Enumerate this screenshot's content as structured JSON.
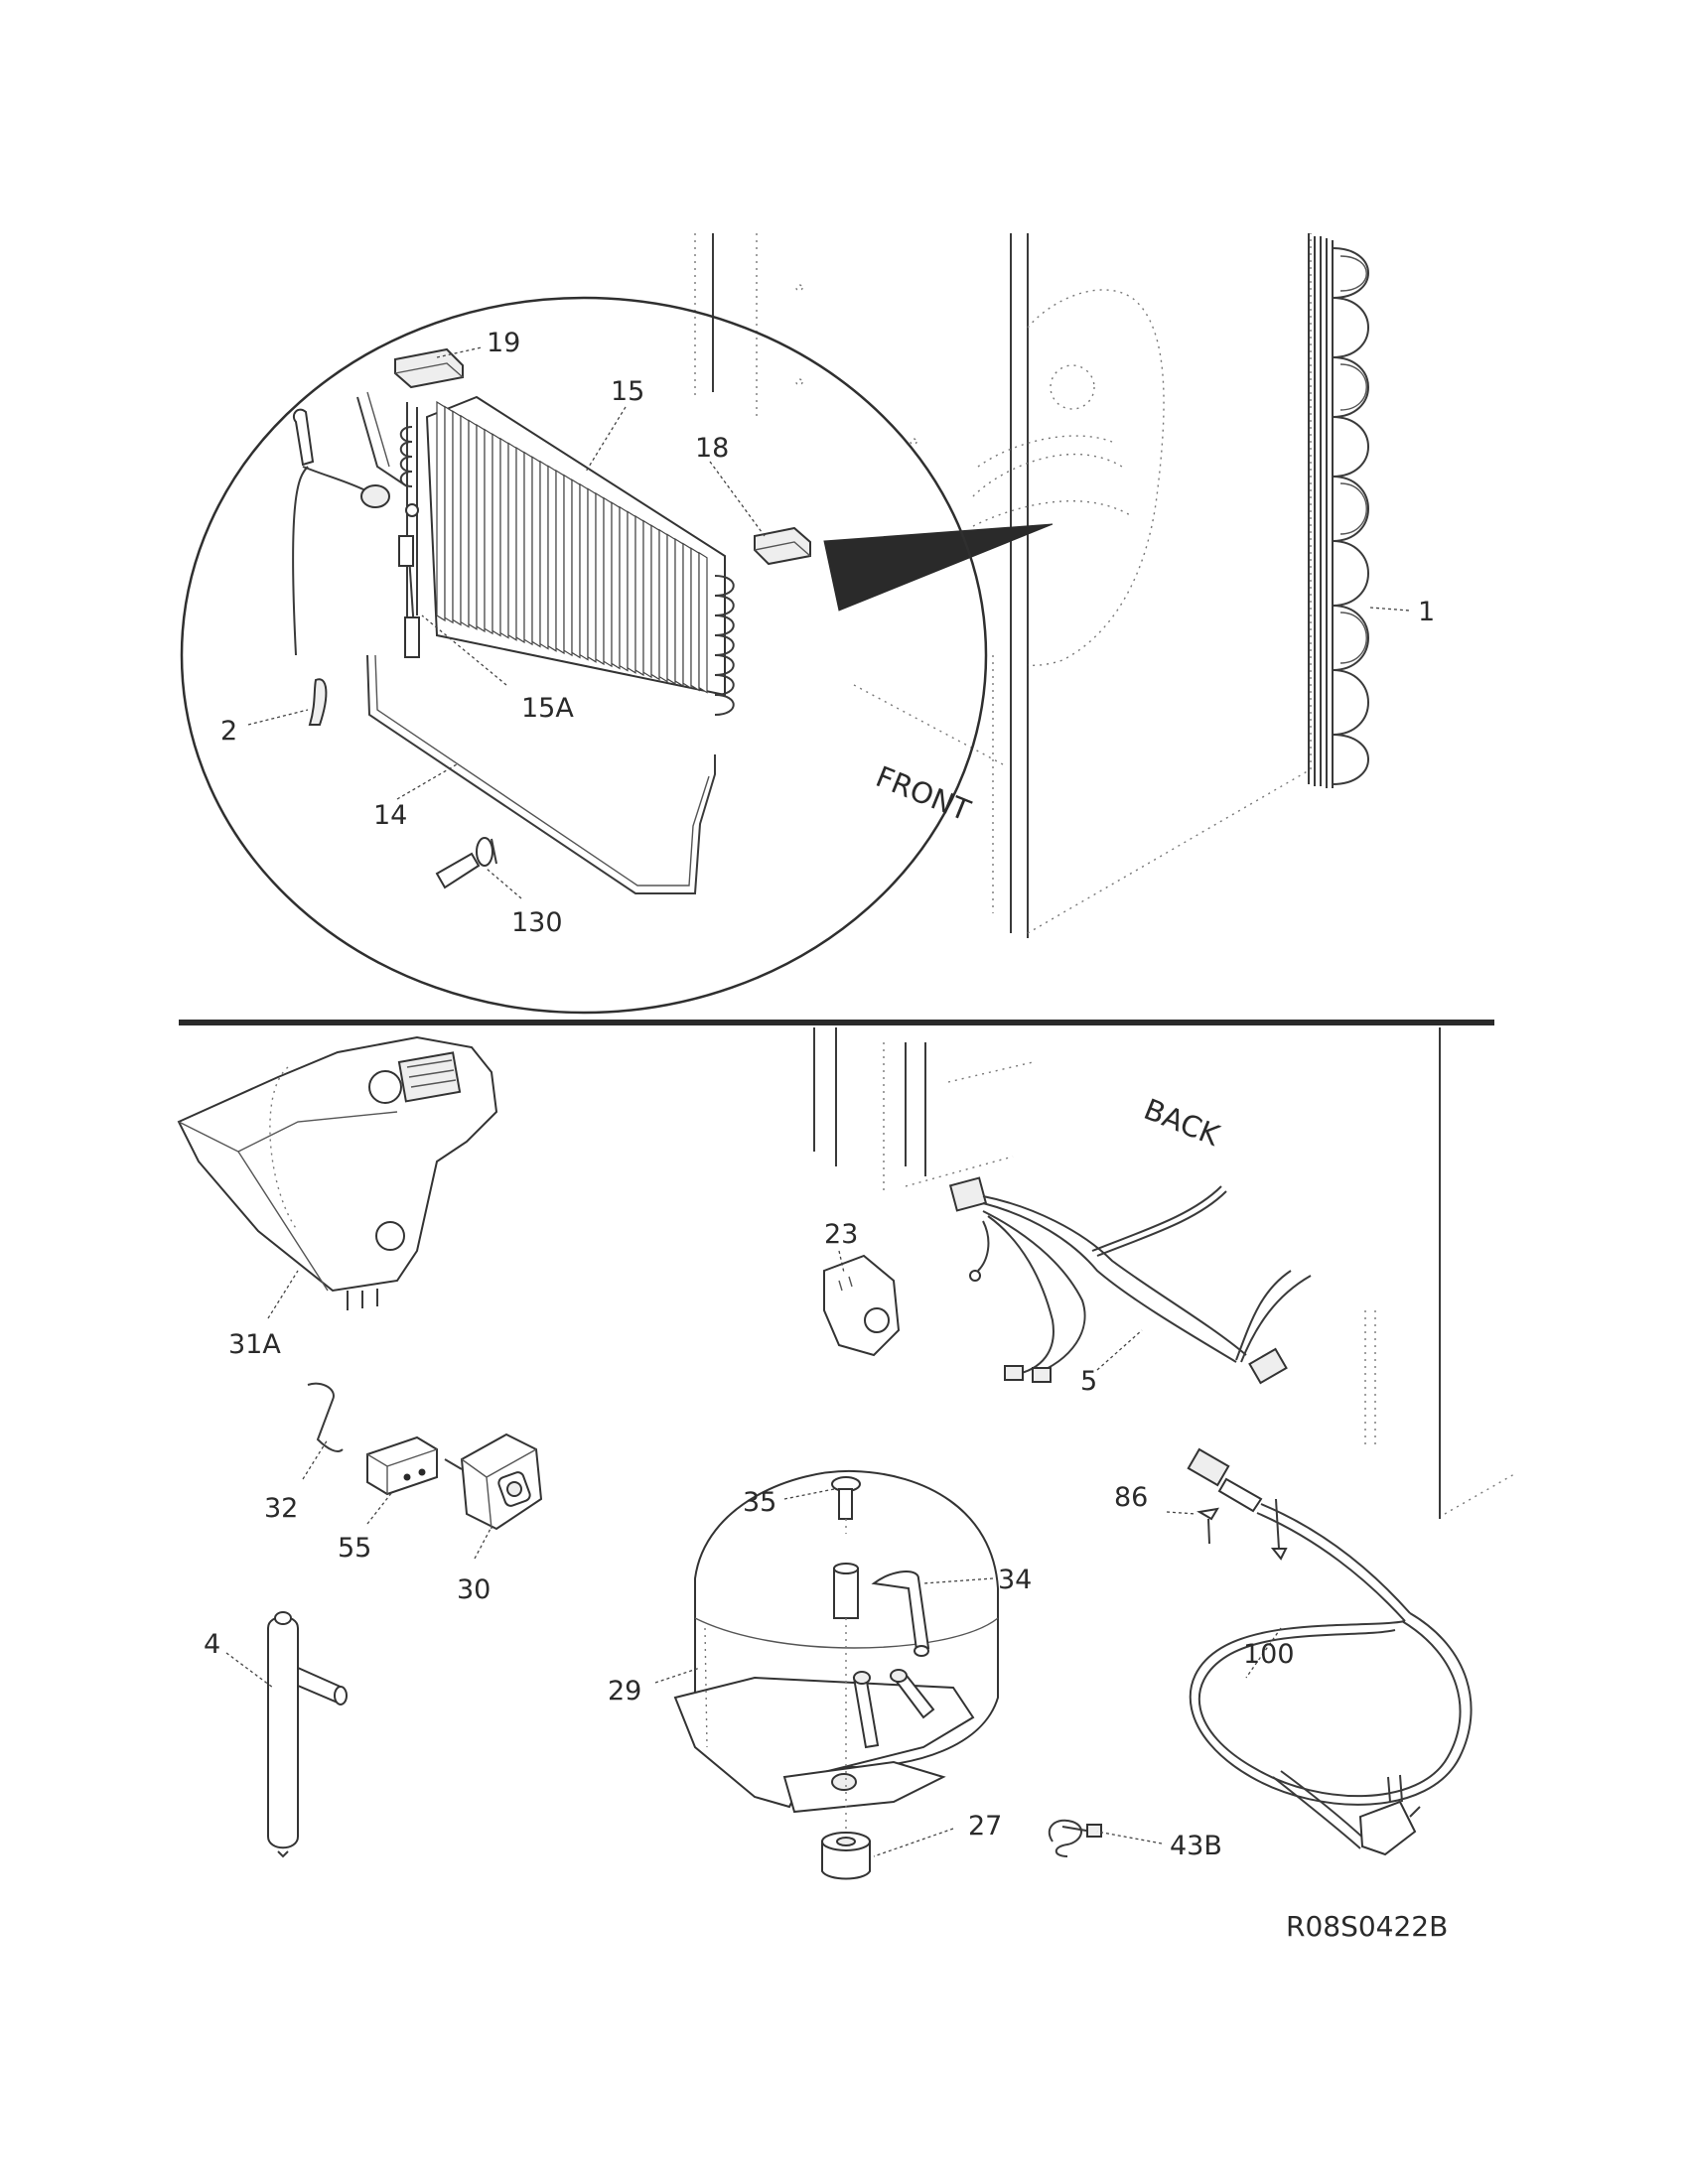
{
  "figure_code": "R08S0422B",
  "orientation_labels": {
    "front": "FRONT",
    "back": "BACK"
  },
  "callouts": [
    {
      "id": "c19",
      "label": "19"
    },
    {
      "id": "c15",
      "label": "15"
    },
    {
      "id": "c18",
      "label": "18"
    },
    {
      "id": "c15a",
      "label": "15A"
    },
    {
      "id": "c2",
      "label": "2"
    },
    {
      "id": "c14",
      "label": "14"
    },
    {
      "id": "c130",
      "label": "130"
    },
    {
      "id": "c1",
      "label": "1"
    },
    {
      "id": "c31a",
      "label": "31A"
    },
    {
      "id": "c23",
      "label": "23"
    },
    {
      "id": "c5",
      "label": "5"
    },
    {
      "id": "c32",
      "label": "32"
    },
    {
      "id": "c55",
      "label": "55"
    },
    {
      "id": "c30",
      "label": "30"
    },
    {
      "id": "c35",
      "label": "35"
    },
    {
      "id": "c34",
      "label": "34"
    },
    {
      "id": "c86",
      "label": "86"
    },
    {
      "id": "c100",
      "label": "100"
    },
    {
      "id": "c4",
      "label": "4"
    },
    {
      "id": "c29",
      "label": "29"
    },
    {
      "id": "c27",
      "label": "27"
    },
    {
      "id": "c43b",
      "label": "43B"
    }
  ]
}
